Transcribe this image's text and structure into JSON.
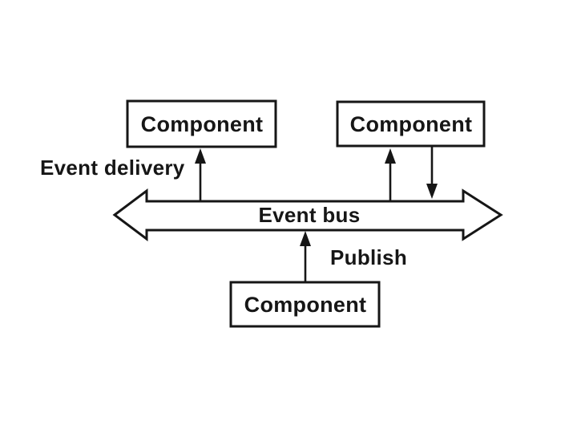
{
  "diagram": {
    "bus": {
      "label": "Event bus"
    },
    "nodes": [
      {
        "id": "component-top-left",
        "label": "Component"
      },
      {
        "id": "component-top-right",
        "label": "Component"
      },
      {
        "id": "component-bottom",
        "label": "Component"
      }
    ],
    "annotations": [
      {
        "id": "event-delivery",
        "text": "Event delivery"
      },
      {
        "id": "publish",
        "text": "Publish"
      }
    ],
    "edges": [
      {
        "from": "event-bus",
        "to": "component-top-left",
        "kind": "event-delivery"
      },
      {
        "from": "event-bus",
        "to": "component-top-right",
        "kind": "event-delivery"
      },
      {
        "from": "component-top-right",
        "to": "event-bus",
        "kind": "publish"
      },
      {
        "from": "component-bottom",
        "to": "event-bus",
        "kind": "publish"
      }
    ],
    "colors": {
      "ink": "#161616",
      "paper": "#ffffff"
    }
  }
}
